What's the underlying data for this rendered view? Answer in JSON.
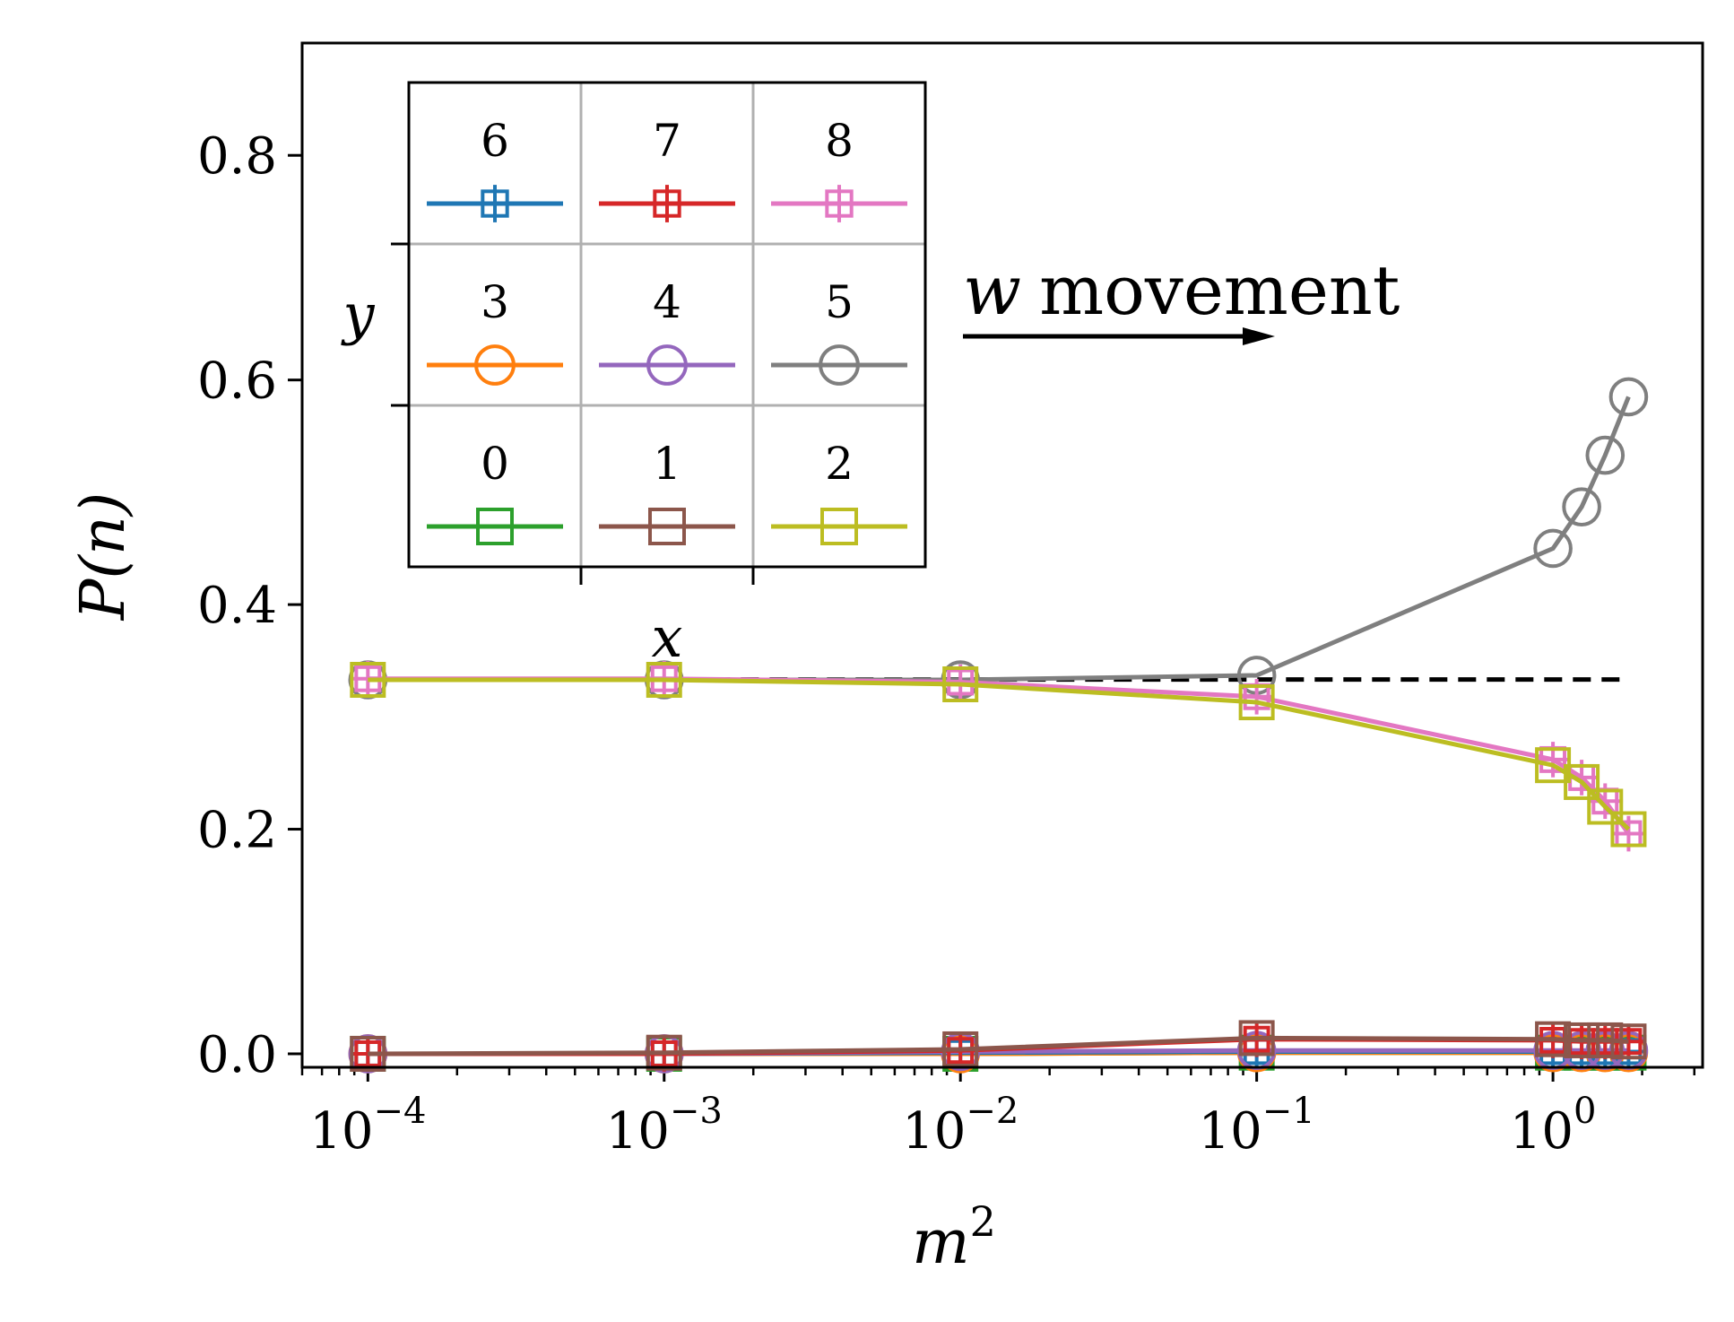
{
  "chart_data": {
    "type": "line",
    "xlabel": "m",
    "xlabel_sup": "2",
    "ylabel": "P(n)",
    "xscale": "log",
    "xlim": [
      6e-05,
      3.2
    ],
    "ylim": [
      -0.012,
      0.9
    ],
    "grid": false,
    "x_ticks": [
      {
        "value": 0.0001,
        "base": "10",
        "exp": "−4"
      },
      {
        "value": 0.001,
        "base": "10",
        "exp": "−3"
      },
      {
        "value": 0.01,
        "base": "10",
        "exp": "−2"
      },
      {
        "value": 0.1,
        "base": "10",
        "exp": "−1"
      },
      {
        "value": 1,
        "base": "10",
        "exp": "0"
      }
    ],
    "y_ticks": [
      {
        "value": 0.0,
        "label": "0.0"
      },
      {
        "value": 0.2,
        "label": "0.2"
      },
      {
        "value": 0.4,
        "label": "0.4"
      },
      {
        "value": 0.6,
        "label": "0.6"
      },
      {
        "value": 0.8,
        "label": "0.8"
      }
    ],
    "x": [
      0.0001,
      0.001,
      0.01,
      0.1,
      1.0,
      1.25,
      1.5,
      1.8
    ],
    "reference_line": {
      "y": 0.3333,
      "x_from": 0.0001,
      "x_to": 1.8,
      "style": "dashed",
      "color": "#000000"
    },
    "annotation": {
      "var": "w",
      "text": "movement",
      "arrow": "right"
    },
    "series": [
      {
        "site": "0",
        "color": "#2ca02c",
        "marker": "square",
        "values": [
          0.0,
          0.0,
          0.0,
          0.001,
          0.001,
          0.001,
          0.001,
          0.001
        ]
      },
      {
        "site": "3",
        "color": "#ff7f0e",
        "marker": "circle",
        "values": [
          0.0,
          0.0,
          0.0,
          0.001,
          0.001,
          0.001,
          0.001,
          0.001
        ]
      },
      {
        "site": "6",
        "color": "#1f77b4",
        "marker": "plus-square",
        "values": [
          0.0,
          0.0,
          0.001,
          0.002,
          0.002,
          0.002,
          0.002,
          0.002
        ]
      },
      {
        "site": "4",
        "color": "#9467bd",
        "marker": "circle",
        "values": [
          0.0,
          0.0,
          0.002,
          0.003,
          0.003,
          0.003,
          0.003,
          0.003
        ]
      },
      {
        "site": "7",
        "color": "#d62728",
        "marker": "plus-square",
        "values": [
          0.0,
          0.0,
          0.003,
          0.013,
          0.012,
          0.011,
          0.011,
          0.011
        ]
      },
      {
        "site": "1",
        "color": "#8c564b",
        "marker": "square",
        "values": [
          0.0,
          0.001,
          0.004,
          0.014,
          0.013,
          0.012,
          0.012,
          0.011
        ]
      },
      {
        "site": "5",
        "color": "#7f7f7f",
        "marker": "circle",
        "values": [
          0.333,
          0.333,
          0.333,
          0.337,
          0.45,
          0.487,
          0.533,
          0.585
        ]
      },
      {
        "site": "8",
        "color": "#e377c2",
        "marker": "plus-square",
        "values": [
          0.334,
          0.334,
          0.331,
          0.318,
          0.262,
          0.246,
          0.225,
          0.196
        ]
      },
      {
        "site": "2",
        "color": "#bcbd22",
        "marker": "square",
        "values": [
          0.333,
          0.333,
          0.329,
          0.313,
          0.257,
          0.242,
          0.22,
          0.2
        ]
      }
    ],
    "inset": {
      "xlabel": "x",
      "ylabel": "y",
      "grid_layout": [
        [
          "6",
          "7",
          "8"
        ],
        [
          "3",
          "4",
          "5"
        ],
        [
          "0",
          "1",
          "2"
        ]
      ]
    }
  }
}
